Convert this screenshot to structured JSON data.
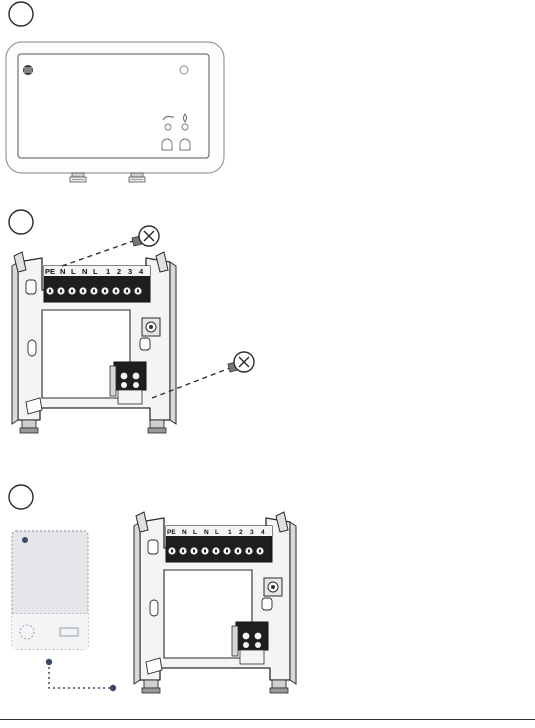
{
  "steps": [
    {
      "number": ""
    },
    {
      "number": ""
    },
    {
      "number": ""
    }
  ],
  "terminal_labels": {
    "first": [
      "PE",
      "N",
      "L",
      "N",
      "L",
      "1",
      "2",
      "3",
      "4"
    ],
    "second": [
      "PE",
      "N",
      "L",
      "N",
      "L",
      "1",
      "2",
      "3",
      "4"
    ]
  },
  "colors": {
    "line": "#2b2b2b",
    "frame_fill": "#f2f2f2",
    "terminal_block": "#1a1a1a",
    "dashed_lead": "#333333",
    "dotted_link": "#3a4a66",
    "panel_fill": "#e4e6ea",
    "panel_stroke": "#9aa0a8"
  },
  "icons": [
    "circle-step-marker",
    "screw-icon",
    "terminal-block",
    "wall-plate",
    "thermostat-front"
  ]
}
